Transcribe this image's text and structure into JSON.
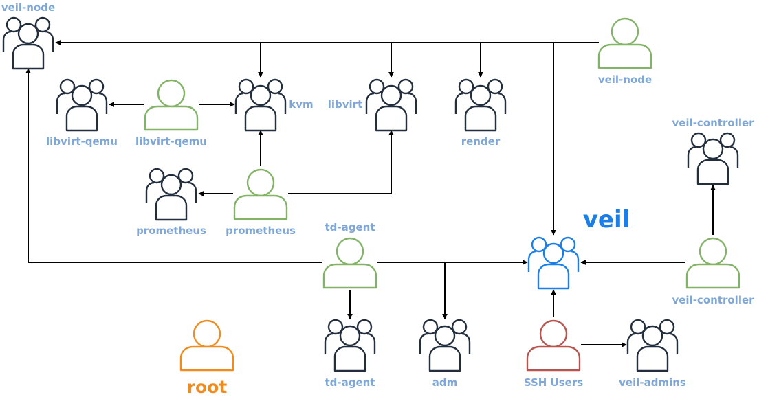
{
  "title": "veil",
  "colors": {
    "group": "#232f3e",
    "user": "#82b366",
    "highlight_group": "#1a7fe8",
    "ssh_user": "#b85450",
    "root_user": "#f08c1e",
    "label": "#7ea6d6"
  },
  "nodes": [
    {
      "id": "veil-node-group",
      "kind": "group",
      "label": "veil-node"
    },
    {
      "id": "veil-node-user",
      "kind": "user",
      "label": "veil-node"
    },
    {
      "id": "libvirt-qemu-group",
      "kind": "group",
      "label": "libvirt-qemu"
    },
    {
      "id": "libvirt-qemu-user",
      "kind": "user",
      "label": "libvirt-qemu"
    },
    {
      "id": "kvm-group",
      "kind": "group",
      "label": "kvm"
    },
    {
      "id": "libvirt-group",
      "kind": "group",
      "label": "libvirt"
    },
    {
      "id": "render-group",
      "kind": "group",
      "label": "render"
    },
    {
      "id": "veil-controller-group",
      "kind": "group",
      "label": "veil-controller"
    },
    {
      "id": "prometheus-group",
      "kind": "group",
      "label": "prometheus"
    },
    {
      "id": "prometheus-user",
      "kind": "user",
      "label": "prometheus"
    },
    {
      "id": "td-agent-user",
      "kind": "user",
      "label": "td-agent"
    },
    {
      "id": "veil-group",
      "kind": "group-highlight",
      "label": "veil"
    },
    {
      "id": "veil-controller-user",
      "kind": "user",
      "label": "veil-controller"
    },
    {
      "id": "root-user",
      "kind": "user-root",
      "label": "root"
    },
    {
      "id": "td-agent-group",
      "kind": "group",
      "label": "td-agent"
    },
    {
      "id": "adm-group",
      "kind": "group",
      "label": "adm"
    },
    {
      "id": "ssh-users",
      "kind": "user-ssh",
      "label": "SSH Users"
    },
    {
      "id": "veil-admins-group",
      "kind": "group",
      "label": "veil-admins"
    }
  ],
  "edges": [
    {
      "from": "veil-node-user",
      "to": "veil-node-group"
    },
    {
      "from": "veil-node-user",
      "to": "kvm-group"
    },
    {
      "from": "veil-node-user",
      "to": "libvirt-group"
    },
    {
      "from": "veil-node-user",
      "to": "render-group"
    },
    {
      "from": "veil-node-user",
      "to": "veil-group"
    },
    {
      "from": "libvirt-qemu-user",
      "to": "libvirt-qemu-group"
    },
    {
      "from": "libvirt-qemu-user",
      "to": "kvm-group"
    },
    {
      "from": "prometheus-user",
      "to": "kvm-group"
    },
    {
      "from": "prometheus-user",
      "to": "prometheus-group"
    },
    {
      "from": "prometheus-user",
      "to": "libvirt-group"
    },
    {
      "from": "td-agent-user",
      "to": "veil-node-group"
    },
    {
      "from": "td-agent-user",
      "to": "veil-group"
    },
    {
      "from": "td-agent-user",
      "to": "td-agent-group"
    },
    {
      "from": "td-agent-user",
      "to": "adm-group"
    },
    {
      "from": "veil-controller-user",
      "to": "veil-group"
    },
    {
      "from": "veil-controller-user",
      "to": "veil-controller-group"
    },
    {
      "from": "ssh-users",
      "to": "veil-group"
    },
    {
      "from": "ssh-users",
      "to": "veil-admins-group"
    }
  ]
}
